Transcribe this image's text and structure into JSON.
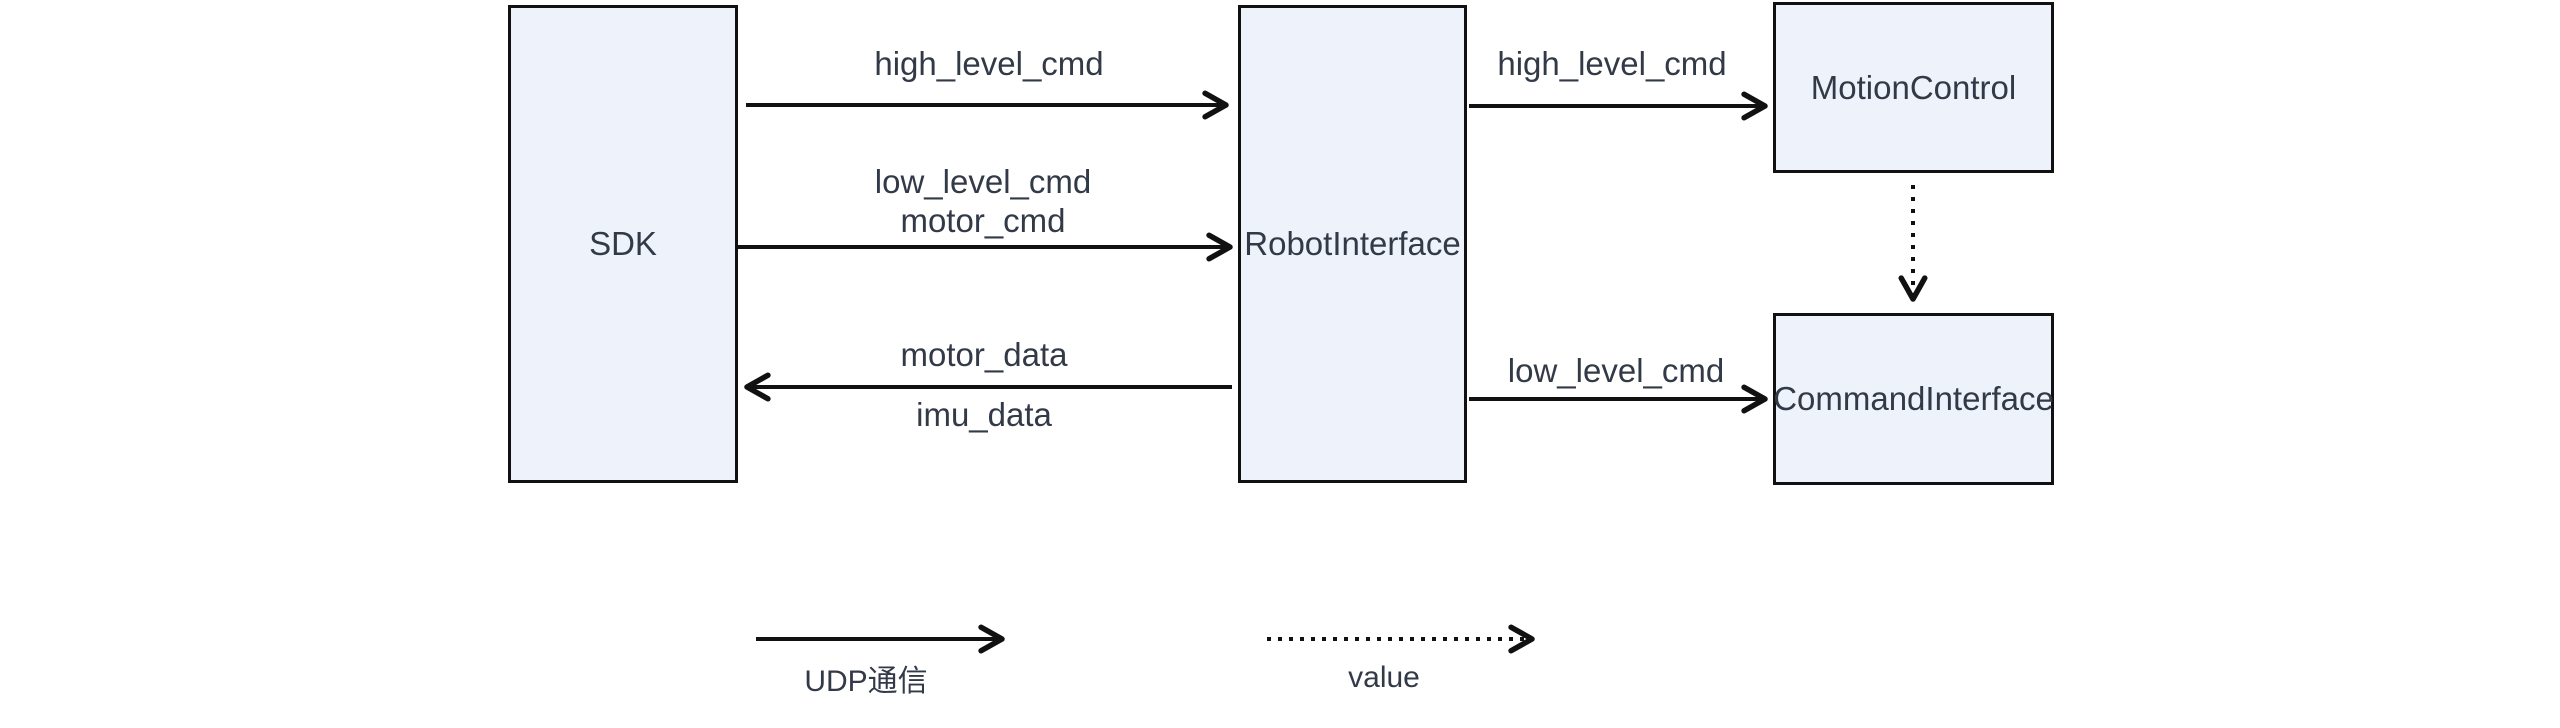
{
  "diagram": {
    "nodes": {
      "sdk": {
        "label": "SDK"
      },
      "robot_interface": {
        "label": "RobotInterface"
      },
      "motion_control": {
        "label": "MotionControl"
      },
      "command_interface": {
        "label": "CommandInterface"
      }
    },
    "edges": {
      "sdk_to_robot_high": {
        "label": "high_level_cmd"
      },
      "sdk_to_robot_low": {
        "line1": "low_level_cmd",
        "line2": "motor_cmd"
      },
      "robot_to_sdk_feedback": {
        "line1": "motor_data",
        "line2": "imu_data"
      },
      "robot_to_motion": {
        "label": "high_level_cmd"
      },
      "robot_to_command": {
        "label": "low_level_cmd"
      },
      "motion_to_command": {
        "style": "dotted"
      }
    },
    "legend": {
      "solid_label": "UDP通信",
      "dotted_label": "value"
    },
    "colors": {
      "node_fill": "#edf2fb",
      "node_border": "#111111",
      "arrow": "#111111",
      "text": "#333a47",
      "background": "#ffffff"
    }
  }
}
